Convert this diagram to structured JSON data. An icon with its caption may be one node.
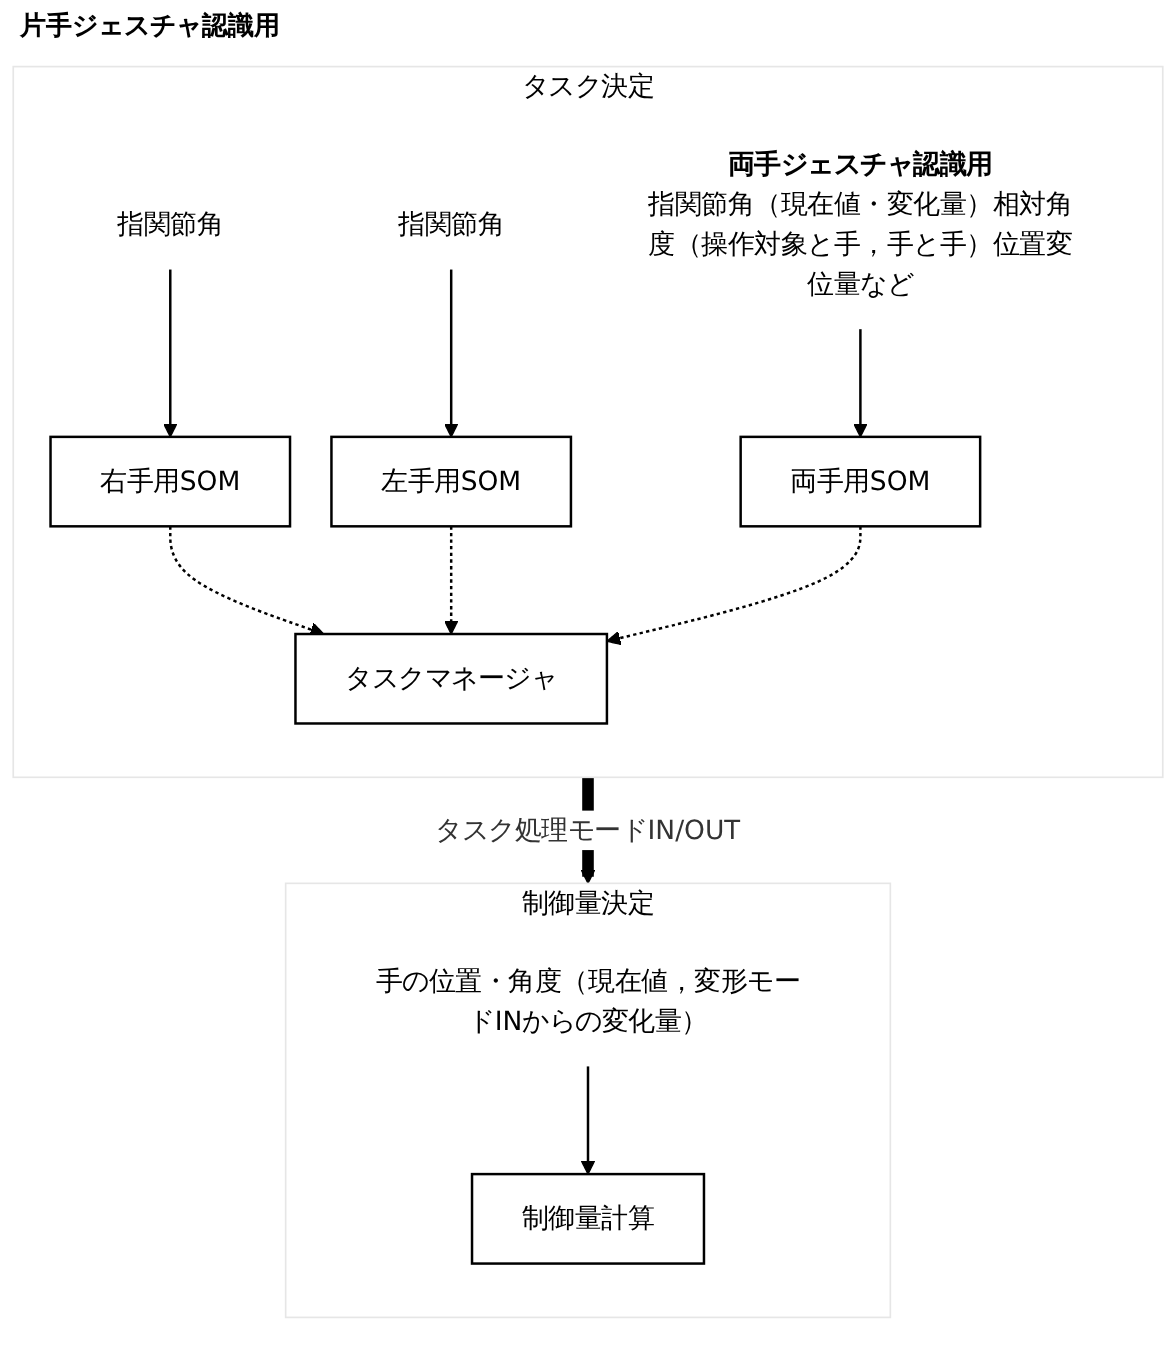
{
  "diagram": {
    "nodes": [
      {
        "text": [
          "タスク決定"
        ]
      },
      {
        "text": [
          "指関節角"
        ],
        "in": 0
      },
      {
        "text": [
          "指関節角"
        ],
        "in": 0
      },
      {
        "text": [
          "両手ジェスチャ認識用",
          "指関節角（現在値・変化量）相対角度（操作対象と手，手と手）位置変位量など"
        ],
        "in": 0
      },
      {
        "text": [
          "右手用SOM"
        ],
        "in": 0
      },
      {
        "text": [
          "左手用SOM"
        ],
        "in": 0
      },
      {
        "text": [
          "両手用SOM"
        ],
        "in": 0
      },
      {
        "text": [
          "タスクマネージャ"
        ],
        "in": 0
      },
      {
        "text": [
          "制御量決定"
        ]
      },
      {
        "text": [
          "手の位置・角度（現在値，変形モードINからの変化量）"
        ],
        "in": 8
      },
      {
        "text": [
          "制御量計算"
        ],
        "in": 8
      }
    ],
    "edges": [
      {
        "from": 1,
        "to": 4,
        "arrow": "to"
      },
      {
        "from": 2,
        "to": 5,
        "arrow": "to"
      },
      {
        "from": 3,
        "to": 6,
        "arrow": "to"
      },
      {
        "from": 4,
        "to": 7,
        "arrow": "to",
        "style": "dashed"
      },
      {
        "from": 5,
        "to": 7,
        "arrow": "to",
        "style": "dashed"
      },
      {
        "from": 6,
        "to": 7,
        "arrow": "to",
        "style": "dashed"
      },
      {
        "from": 0,
        "to": 8,
        "arrow": "to",
        "style": "thick",
        "label": "タスク処理モードIN/OUT"
      },
      {
        "from": 9,
        "to": 10,
        "arrow": "to"
      }
    ],
    "labels": [
      "片手ジェスチャ認識用"
    ]
  }
}
